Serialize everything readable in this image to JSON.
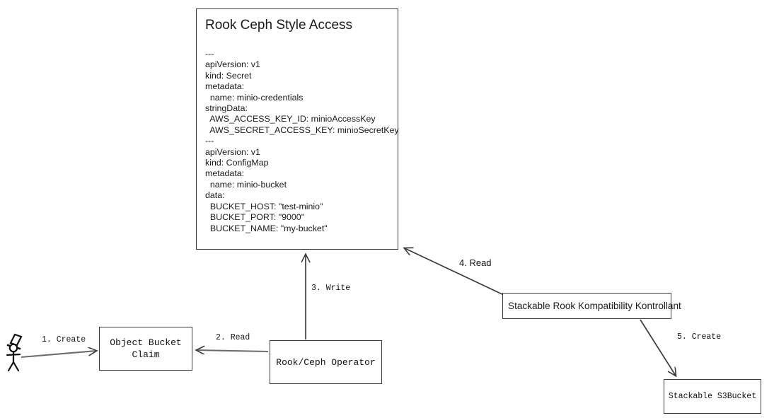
{
  "diagram": {
    "title": "Rook Ceph Style Access",
    "background_color": "#ffffff",
    "stroke_color": "#3a3a3a",
    "text_color": "#1a1a1a"
  },
  "yaml_panel": {
    "title": "Rook Ceph Style Access",
    "content": "---\napiVersion: v1\nkind: Secret\nmetadata:\n  name: minio-credentials\nstringData:\n  AWS_ACCESS_KEY_ID: minioAccessKey\n  AWS_SECRET_ACCESS_KEY: minioSecretKey\n---\napiVersion: v1\nkind: ConfigMap\nmetadata:\n  name: minio-bucket\ndata:\n  BUCKET_HOST: \"test-minio\"\n  BUCKET_PORT: \"9000\"\n  BUCKET_NAME: \"my-bucket\""
  },
  "nodes": {
    "actor": {
      "label": "",
      "icon": "stick-figure-with-top-hat-icon"
    },
    "object_bucket_claim": {
      "label": "Object Bucket\nClaim"
    },
    "rook_ceph_operator": {
      "label": "Rook/Ceph Operator"
    },
    "srkk": {
      "label": "Stackable Rook Kompatibility Kontrollant"
    },
    "s3bucket": {
      "label": "Stackable S3Bucket"
    }
  },
  "edges": [
    {
      "id": "edge-1",
      "label": "1. Create",
      "from": "actor",
      "to": "object_bucket_claim"
    },
    {
      "id": "edge-2",
      "label": "2. Read",
      "from": "rook_ceph_operator",
      "to": "object_bucket_claim"
    },
    {
      "id": "edge-3",
      "label": "3. Write",
      "from": "rook_ceph_operator",
      "to": "yaml_panel"
    },
    {
      "id": "edge-4",
      "label": "4. Read",
      "from": "srkk",
      "to": "yaml_panel"
    },
    {
      "id": "edge-5",
      "label": "5. Create",
      "from": "srkk",
      "to": "s3bucket"
    }
  ]
}
